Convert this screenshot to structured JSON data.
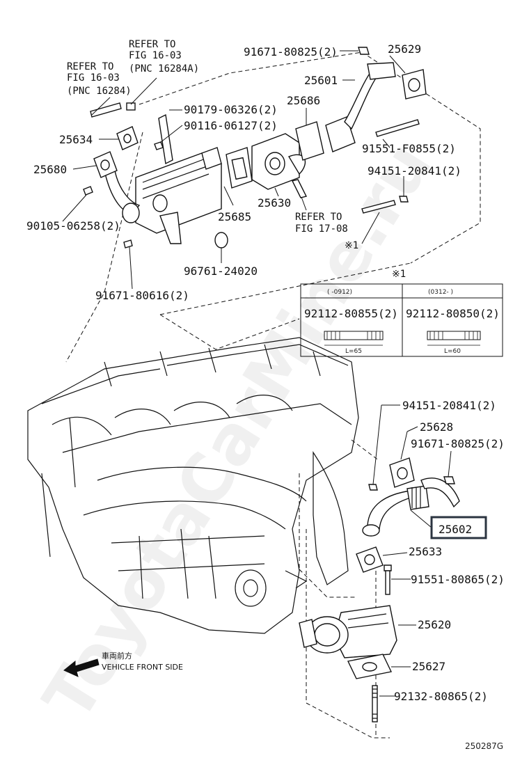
{
  "watermark": "ToyotaCarMine.ru",
  "refer1": {
    "line1": "REFER TO",
    "line2": "FIG 16-03",
    "line3": "(PNC 16284)"
  },
  "refer2": {
    "line1": "REFER TO",
    "line2": "FIG 16-03",
    "line3": "(PNC 16284A)"
  },
  "refer3": {
    "line1": "REFER TO",
    "line2": "FIG 17-08"
  },
  "labels": {
    "p91671_80825_top": "91671-80825(2)",
    "p25629": "25629",
    "p25601": "25601",
    "p25686": "25686",
    "p90179_06326": "90179-06326(2)",
    "p90116_06127": "90116-06127(2)",
    "p25634": "25634",
    "p25680": "25680",
    "p91551_F0855": "91551-F0855(2)",
    "p94151_20841_top": "94151-20841(2)",
    "p90105_06258": "90105-06258(2)",
    "p25685": "25685",
    "p25630": "25630",
    "p96761_24020": "96761-24020",
    "p91671_80616": "91671-80616(2)",
    "mark_x1_bolt": "※1",
    "mark_x1_table": "※1",
    "p94151_20841_low": "94151-20841(2)",
    "p25628": "25628",
    "p91671_80825_low": "91671-80825(2)",
    "p25602": "25602",
    "p25633": "25633",
    "p91551_80865": "91551-80865(2)",
    "p25620": "25620",
    "p25627": "25627",
    "p92132_80865": "92132-80865(2)"
  },
  "table": {
    "head_left": "(     -0912)",
    "head_right": "(0312-      )",
    "part_left": "92112-80855(2)",
    "part_right": "92112-80850(2)",
    "len_left": "L=65",
    "len_right": "L=60"
  },
  "front_side": {
    "jp": "車両前方",
    "en": "VEHICLE FRONT SIDE"
  },
  "figure_id": "250287G"
}
